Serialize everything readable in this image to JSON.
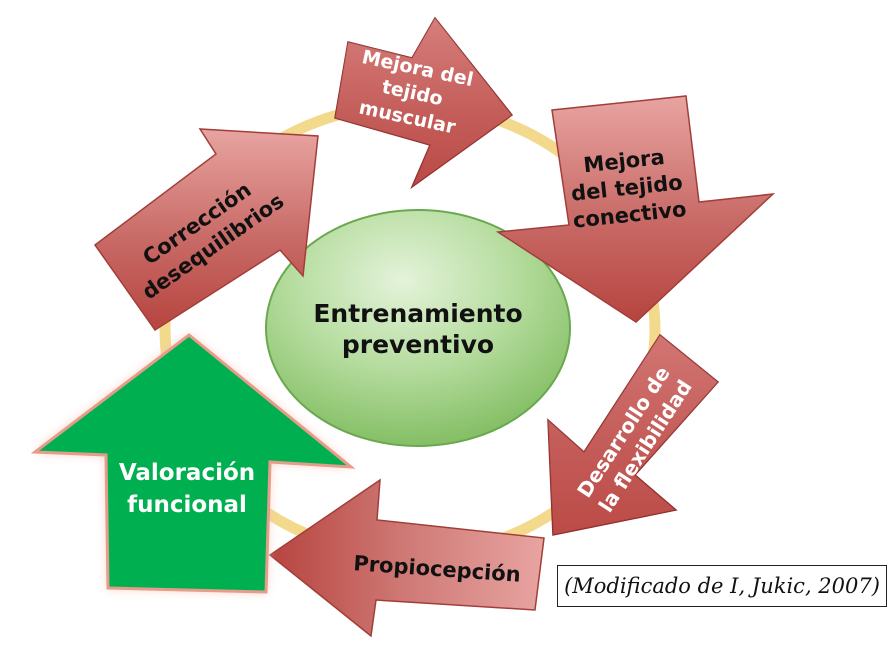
{
  "center": {
    "line1": "Entrenamiento",
    "line2": "preventivo"
  },
  "steps": {
    "muscle": {
      "line1": "Mejora del",
      "line2": "tejido",
      "line3": "muscular"
    },
    "connective": {
      "line1": "Mejora",
      "line2": "del tejido",
      "line3": "conectivo"
    },
    "flexibility": {
      "line1": "Desarrollo de",
      "line2": "la flexibilidad"
    },
    "proprioception": {
      "line1": "Propiocepción"
    },
    "assessment": {
      "line1": "Valoración",
      "line2": "funcional"
    },
    "correction": {
      "line1": "Corrección",
      "line2": "desequilibrios"
    }
  },
  "caption": "(Modificado de I, Jukic, 2007)",
  "colors": {
    "red_arrow": "#c0504d",
    "green_arrow": "#00b050",
    "ring": "#f2d98c",
    "center_ellipse": "#9bd07f"
  }
}
